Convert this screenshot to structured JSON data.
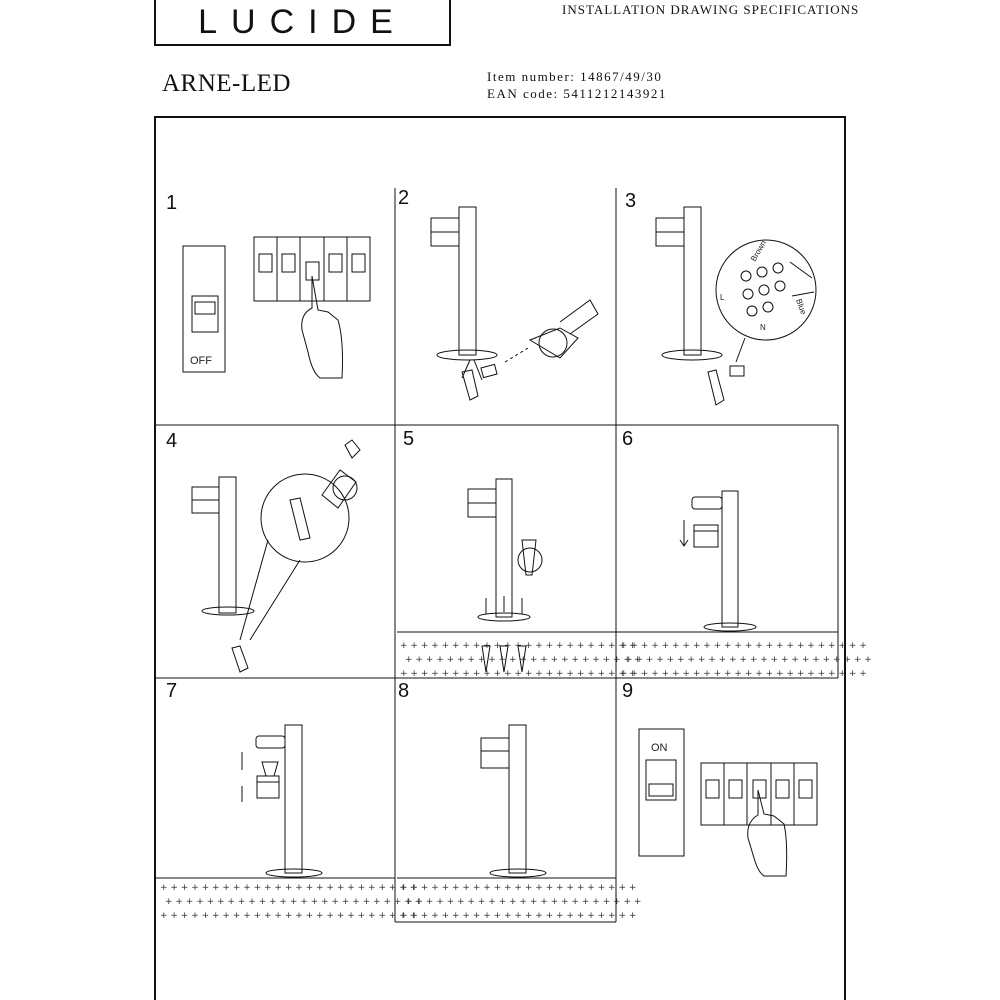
{
  "header": {
    "logo_text": "LUCIDE",
    "spec_title": "INSTALLATION DRAWING SPECIFICATIONS",
    "product_name": "ARNE-LED",
    "item_number_line": "Item number: 14867/49/30",
    "ean_line": "EAN code: 5411212143921"
  },
  "steps": [
    {
      "number": "1"
    },
    {
      "number": "2"
    },
    {
      "number": "3"
    },
    {
      "number": "4"
    },
    {
      "number": "5"
    },
    {
      "number": "6"
    },
    {
      "number": "7"
    },
    {
      "number": "8"
    },
    {
      "number": "9"
    }
  ],
  "labels": {
    "off": "OFF",
    "on": "ON",
    "brown": "Brown",
    "blue": "Blue",
    "live": "L",
    "neutral": "N"
  },
  "colors": {
    "line": "#111111",
    "background": "#ffffff"
  }
}
